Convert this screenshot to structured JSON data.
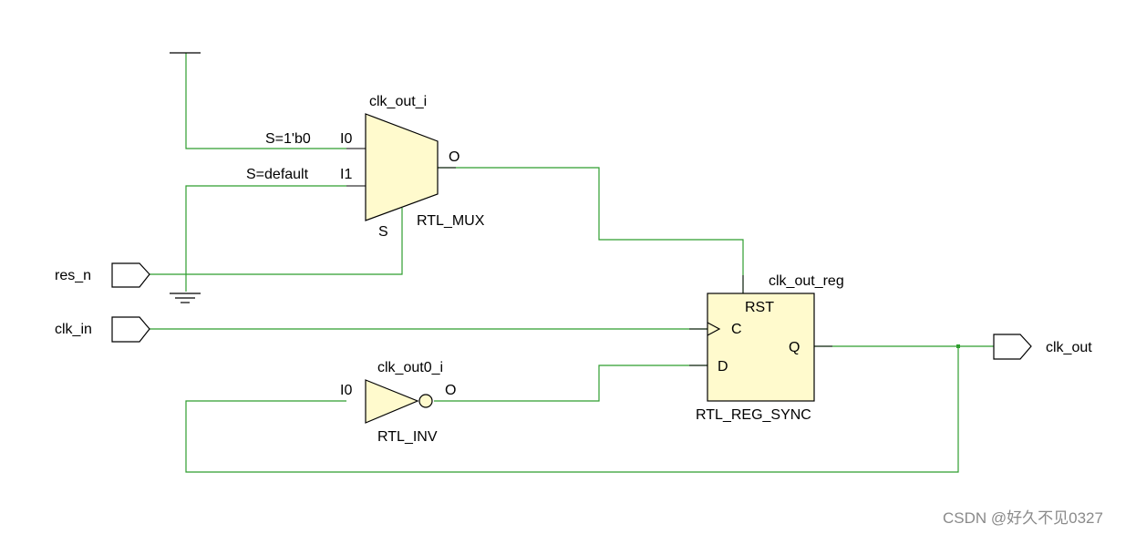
{
  "colors": {
    "wire": "#2f9e2f",
    "cell_fill": "#fffacd",
    "cell_stroke": "#000000",
    "pin_stroke": "#000000",
    "text": "#000000",
    "watermark": "#8a8a8a"
  },
  "ports": {
    "res_n": "res_n",
    "clk_in": "clk_in",
    "clk_out": "clk_out"
  },
  "mux": {
    "instance": "clk_out_i",
    "type": "RTL_MUX",
    "pin_i0": "I0",
    "pin_i1": "I1",
    "pin_s": "S",
    "pin_o": "O",
    "sel_i0": "S=1'b0",
    "sel_i1": "S=default"
  },
  "inv": {
    "instance": "clk_out0_i",
    "type": "RTL_INV",
    "pin_i0": "I0",
    "pin_o": "O"
  },
  "reg": {
    "instance": "clk_out_reg",
    "type": "RTL_REG_SYNC",
    "pin_rst": "RST",
    "pin_c": "C",
    "pin_d": "D",
    "pin_q": "Q"
  },
  "watermark": "CSDN @好久不见0327"
}
